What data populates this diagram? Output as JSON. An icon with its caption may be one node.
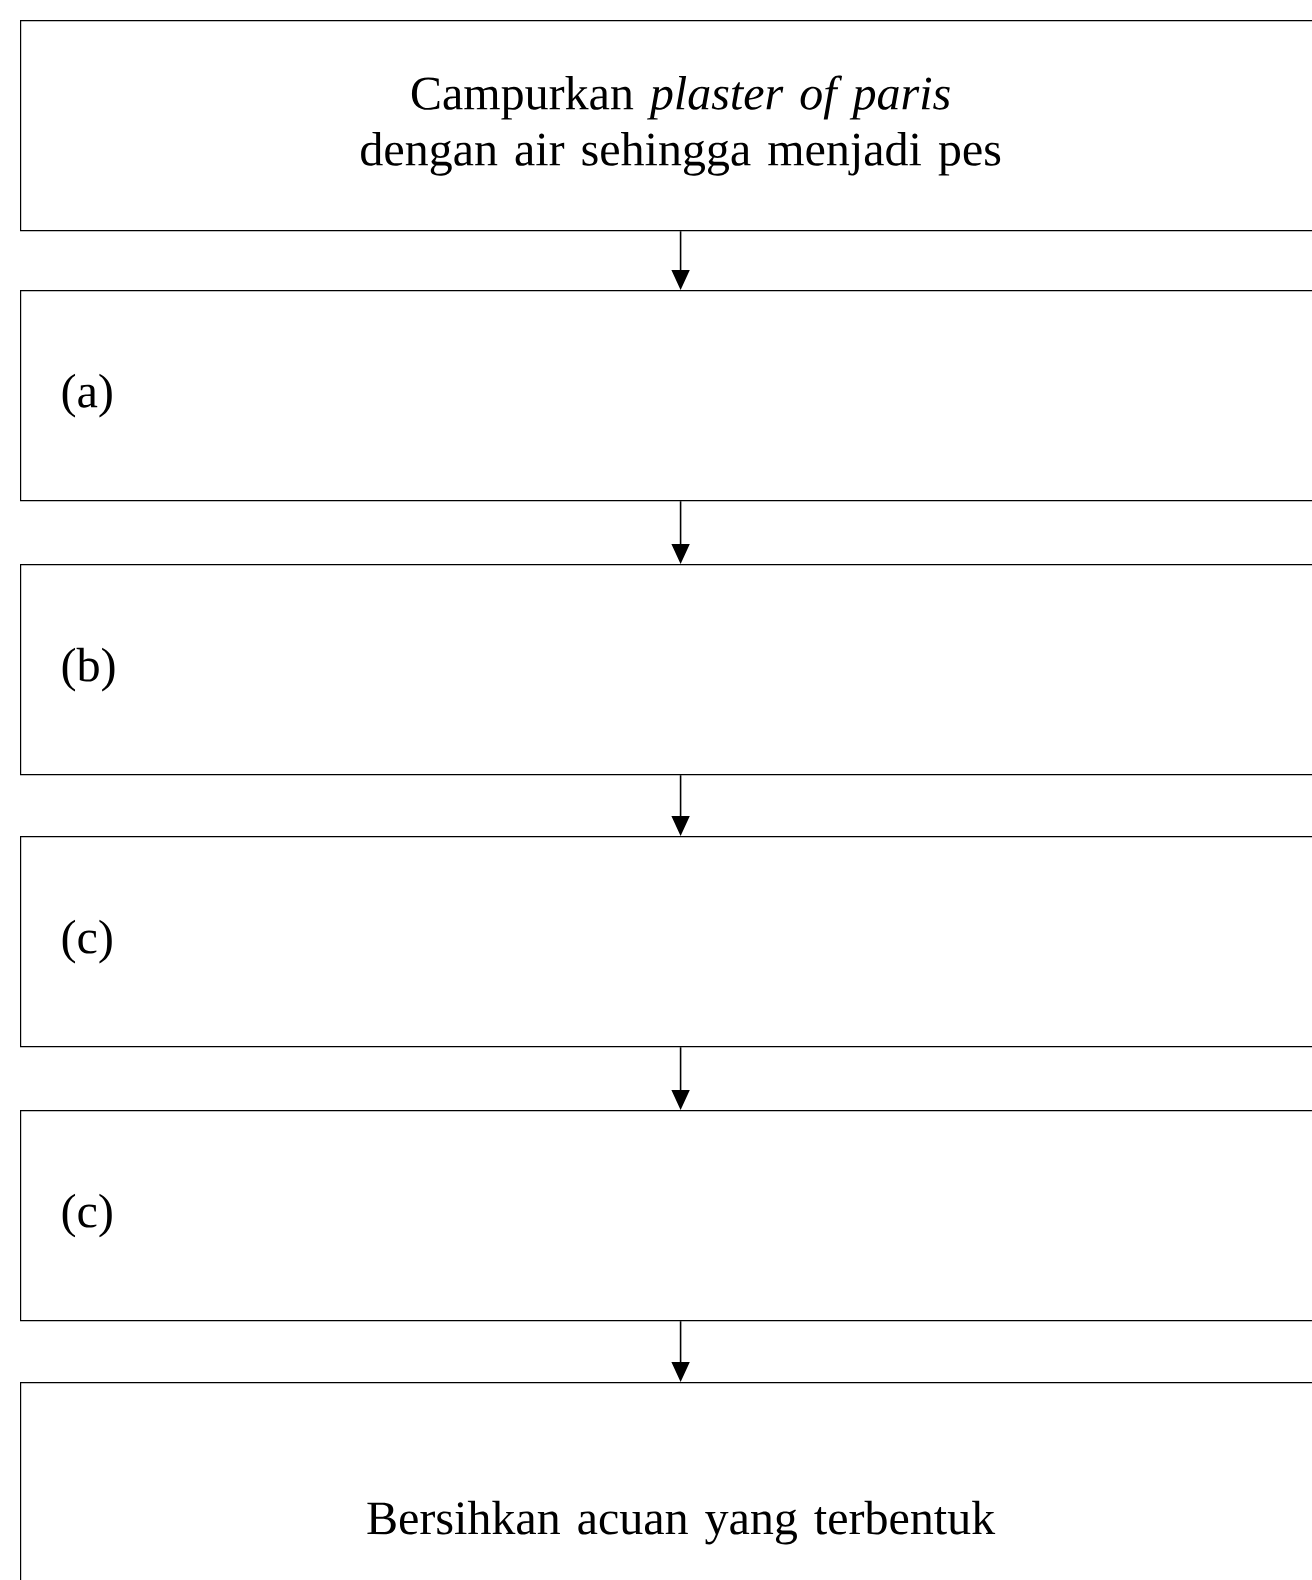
{
  "diagram": {
    "nodes": [
      {
        "text": [
          "Campurkan *plaster of paris* dengan air sehingga menjadi pes"
        ]
      },
      {
        "text": [
          "(a)"
        ]
      },
      {
        "text": [
          "(b)"
        ]
      },
      {
        "text": [
          "(c)"
        ]
      },
      {
        "text": [
          "(c)"
        ]
      },
      {
        "text": [
          "Bersihkan acuan yang terbentuk"
        ]
      }
    ],
    "edges": [
      {
        "from": 0,
        "to": 1,
        "arrow": "to"
      },
      {
        "from": 1,
        "to": 2,
        "arrow": "to"
      },
      {
        "from": 2,
        "to": 3,
        "arrow": "to"
      },
      {
        "from": 3,
        "to": 4,
        "arrow": "to"
      },
      {
        "from": 4,
        "to": 5,
        "arrow": "to"
      }
    ]
  }
}
